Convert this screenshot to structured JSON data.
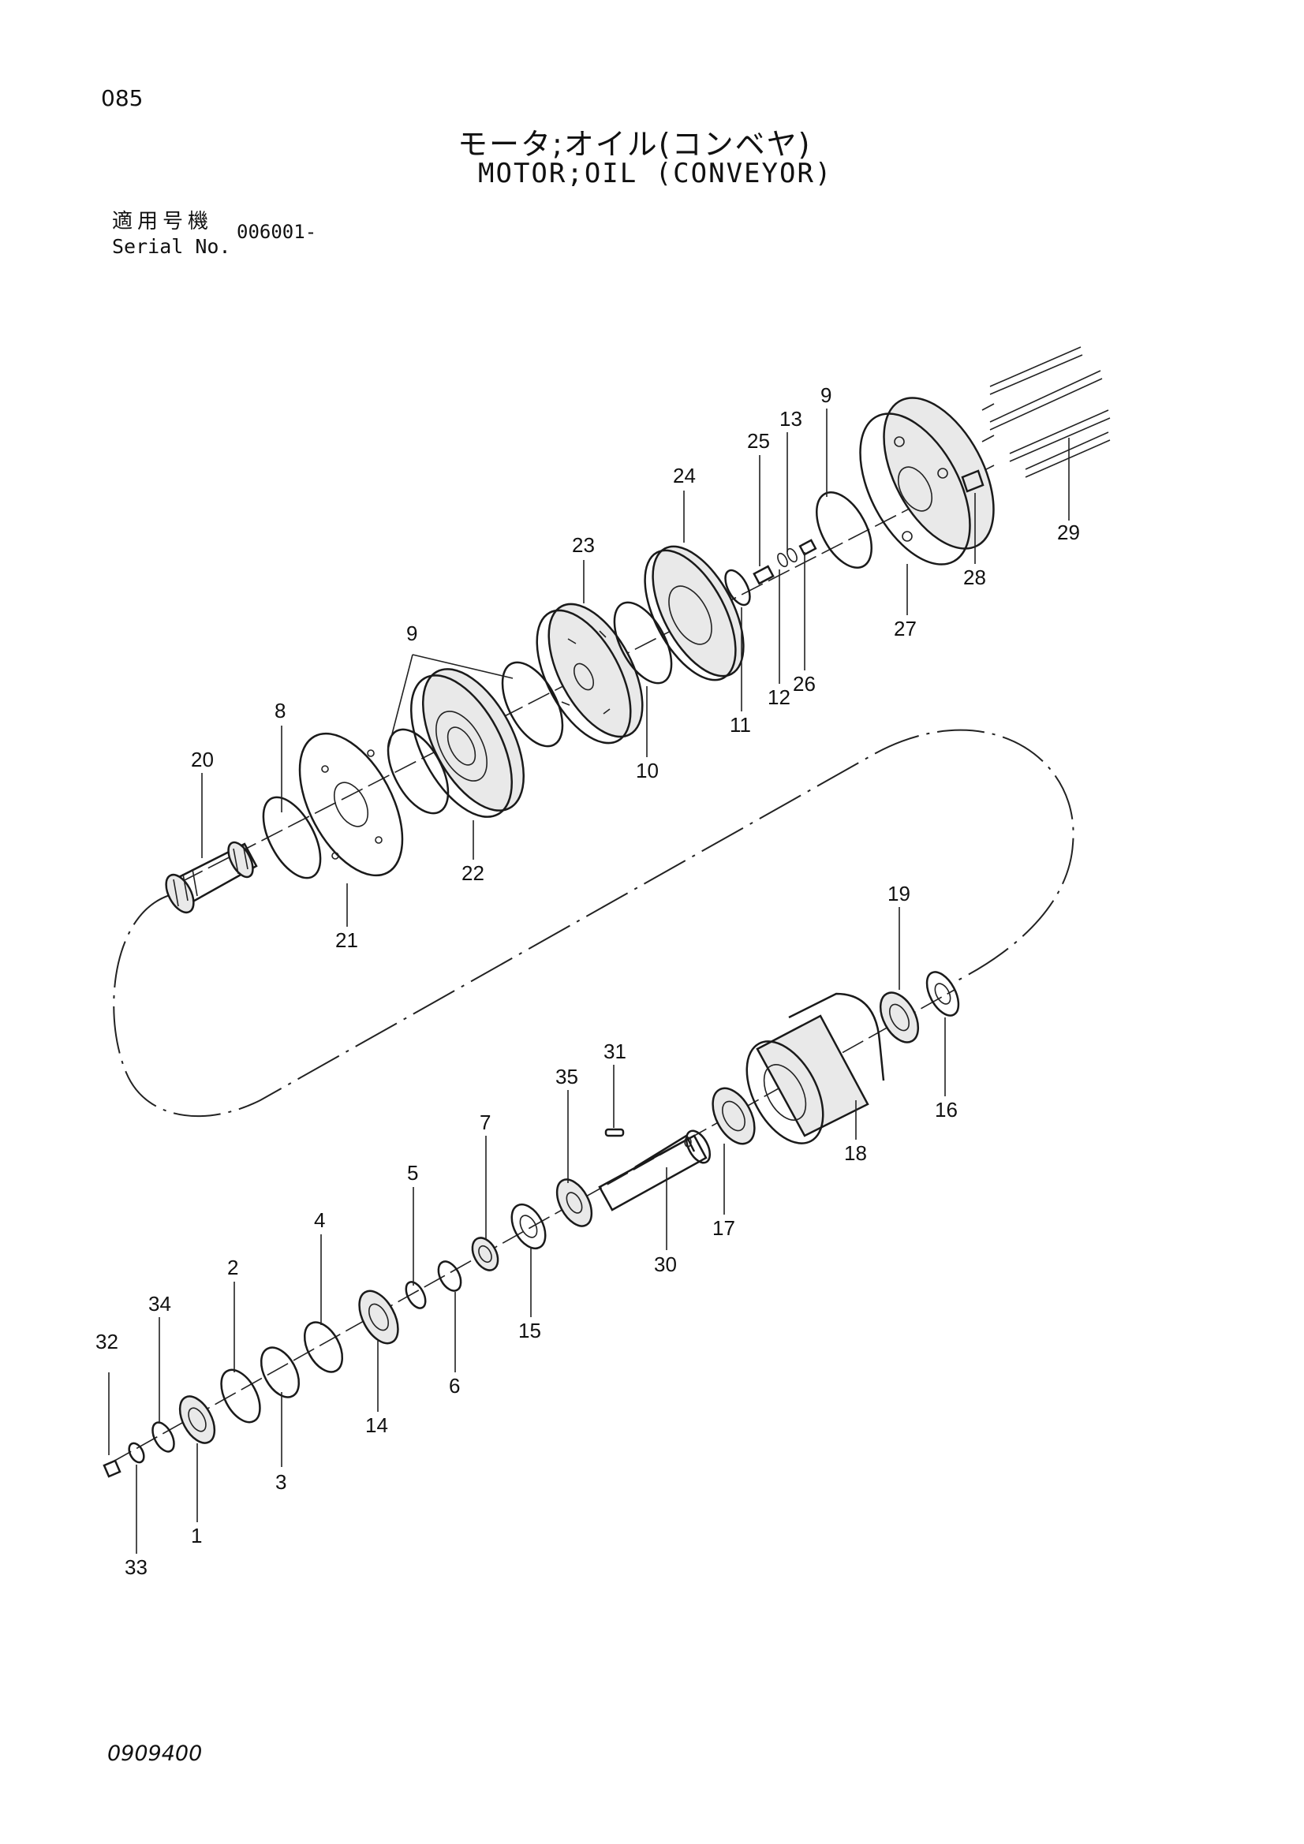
{
  "header": {
    "page_number": "085",
    "title_jp": "モータ;オイル(コンベヤ)",
    "title_en": "MOTOR;OIL (CONVEYOR)",
    "serial_label_jp": "適用号機",
    "serial_label_en": "Serial No.",
    "serial_value": "006001-"
  },
  "footer": {
    "document_code": "0909400"
  },
  "callouts": [
    {
      "id": "c1",
      "label": "1"
    },
    {
      "id": "c2",
      "label": "2"
    },
    {
      "id": "c3",
      "label": "3"
    },
    {
      "id": "c4",
      "label": "4"
    },
    {
      "id": "c5",
      "label": "5"
    },
    {
      "id": "c6",
      "label": "6"
    },
    {
      "id": "c7",
      "label": "7"
    },
    {
      "id": "c8",
      "label": "8"
    },
    {
      "id": "c9a",
      "label": "9"
    },
    {
      "id": "c9b",
      "label": "9"
    },
    {
      "id": "c10",
      "label": "10"
    },
    {
      "id": "c11",
      "label": "11"
    },
    {
      "id": "c12",
      "label": "12"
    },
    {
      "id": "c13",
      "label": "13"
    },
    {
      "id": "c14",
      "label": "14"
    },
    {
      "id": "c15",
      "label": "15"
    },
    {
      "id": "c16",
      "label": "16"
    },
    {
      "id": "c17",
      "label": "17"
    },
    {
      "id": "c18",
      "label": "18"
    },
    {
      "id": "c19",
      "label": "19"
    },
    {
      "id": "c20",
      "label": "20"
    },
    {
      "id": "c21",
      "label": "21"
    },
    {
      "id": "c22",
      "label": "22"
    },
    {
      "id": "c23",
      "label": "23"
    },
    {
      "id": "c24",
      "label": "24"
    },
    {
      "id": "c25",
      "label": "25"
    },
    {
      "id": "c26",
      "label": "26"
    },
    {
      "id": "c27",
      "label": "27"
    },
    {
      "id": "c28",
      "label": "28"
    },
    {
      "id": "c29",
      "label": "29"
    },
    {
      "id": "c30",
      "label": "30"
    },
    {
      "id": "c31",
      "label": "31"
    },
    {
      "id": "c32",
      "label": "32"
    },
    {
      "id": "c33",
      "label": "33"
    },
    {
      "id": "c34",
      "label": "34"
    },
    {
      "id": "c35",
      "label": "35"
    }
  ]
}
